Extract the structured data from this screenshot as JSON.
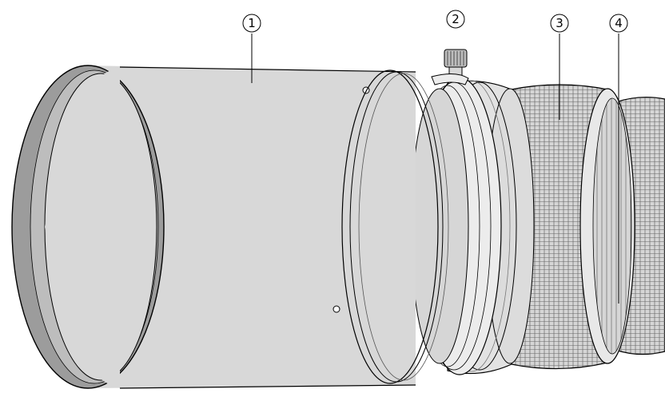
{
  "diagram": {
    "subject": "lens-with-hood",
    "callouts": [
      {
        "id": "callout-1",
        "label": "1",
        "part": "lens-hood"
      },
      {
        "id": "callout-2",
        "label": "2",
        "part": "hood-lock-screw"
      },
      {
        "id": "callout-3",
        "label": "3",
        "part": "focus-ring"
      },
      {
        "id": "callout-4",
        "label": "4",
        "part": "zoom-ring"
      }
    ],
    "colors": {
      "hood": "#d8d8d8",
      "hood_rim": "#9c9c9c",
      "ring_light": "#e6e6e6",
      "knurl": "#7a7a7a",
      "outline": "#000000"
    }
  }
}
